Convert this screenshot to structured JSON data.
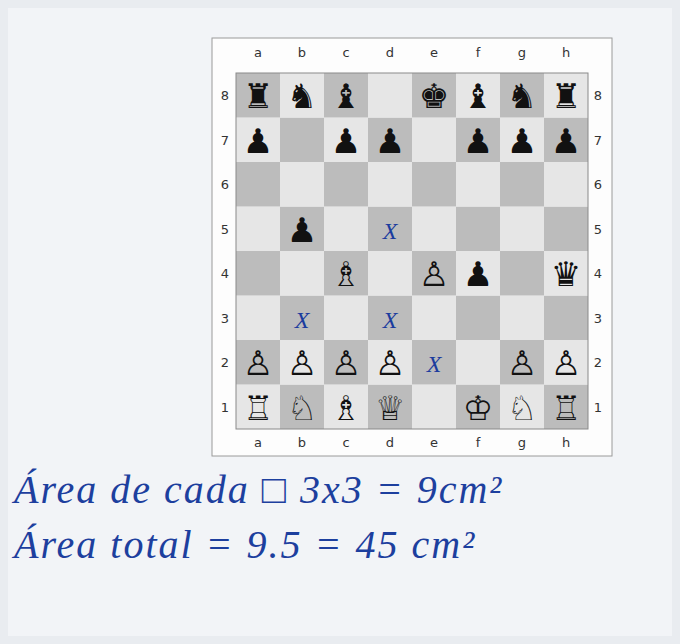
{
  "diagram": {
    "labels": [
      "a",
      "b",
      "c",
      "d",
      "e",
      "f",
      "g",
      "h",
      "8",
      "♜",
      "♞",
      "♝",
      "♚",
      "♝",
      "♞",
      "♜",
      "8",
      "7",
      "♟",
      "♟",
      "♟",
      "♟",
      "♟",
      "♟",
      "7",
      "6",
      "6",
      "5",
      "♟",
      "X",
      "5",
      "4",
      "♗",
      "♙",
      "♟",
      "♛",
      "4",
      "3",
      "X",
      "X",
      "3",
      "2",
      "♙",
      "♙",
      "♙",
      "♙",
      "X",
      "♙",
      "♙",
      "2",
      "1",
      "♖",
      "♘",
      "♗",
      "♕",
      "♔",
      "♘",
      "♖",
      "1",
      "a",
      "b",
      "c",
      "d",
      "e",
      "f",
      "g",
      "h",
      "Área de cada □ 3x3 = 9cm²",
      "Área total = 9.5 = 45 cm²"
    ]
  }
}
